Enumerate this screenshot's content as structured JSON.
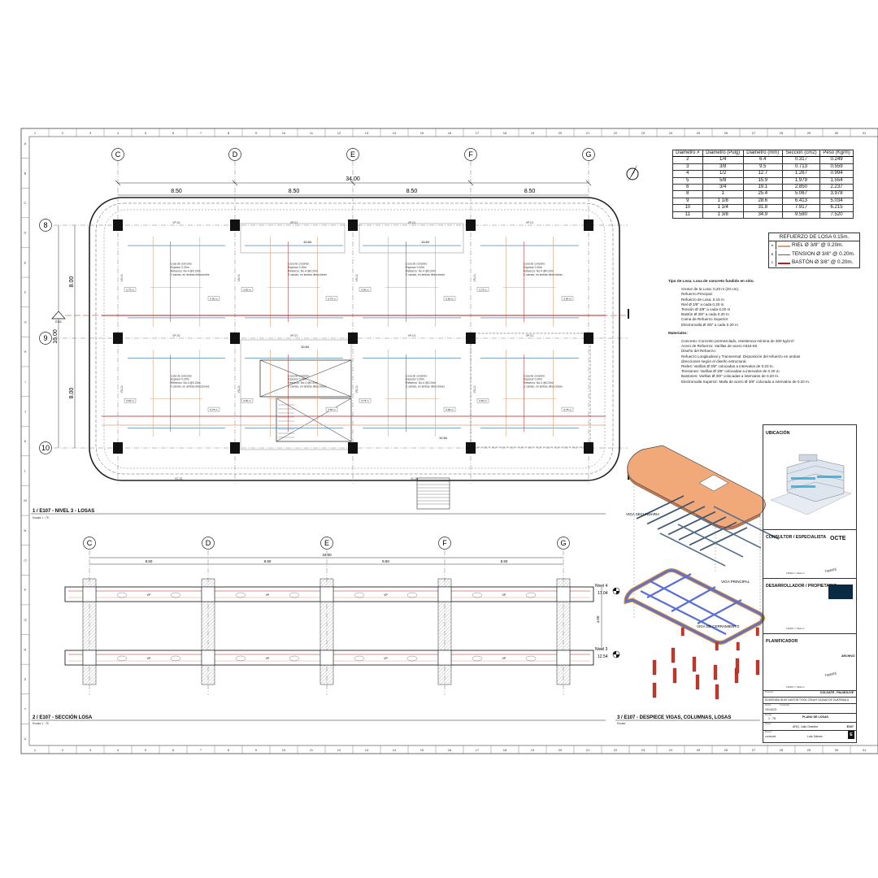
{
  "ruler": {
    "numbers": [
      "1",
      "2",
      "3",
      "4",
      "5",
      "6",
      "7",
      "8",
      "9",
      "10",
      "11",
      "12",
      "13",
      "14",
      "15",
      "16",
      "17",
      "18",
      "19",
      "20",
      "21",
      "22",
      "23",
      "24",
      "25",
      "26",
      "27",
      "28",
      "29",
      "30",
      "31"
    ],
    "letters": [
      "A",
      "B",
      "C",
      "D",
      "E",
      "F",
      "G",
      "H",
      "I",
      "J",
      "K",
      "L",
      "M",
      "N",
      "O",
      "P",
      "Q",
      "R",
      "S",
      "T",
      "U"
    ]
  },
  "plan": {
    "grid_cols": [
      "C",
      "D",
      "E",
      "F",
      "G"
    ],
    "grid_rows": [
      "8",
      "9",
      "10"
    ],
    "total_dim": "34.00",
    "bay_dims": [
      "8.50",
      "8.50",
      "8.50",
      "8.50"
    ],
    "row_dims": [
      "8.00",
      "8.00"
    ],
    "total_row_dim": "16.00",
    "area_labels": [
      "10.84",
      "10.84",
      "10.84",
      "10.84"
    ],
    "slab_note": [
      "Losa de concreto",
      "Espesor 0.20m",
      "Refuerzo: No.4 @0.20m",
      "2 camas, en ambas direcciones"
    ],
    "beam_labels": [
      "VP-01",
      "VS-01",
      "VS-02",
      "VC-01"
    ],
    "rebar_labels": [
      "0.90 m",
      "0.75 m",
      "0.60 m"
    ],
    "section_marker": "E102",
    "title": "1 / E107 - NIVEL 3 - LOSAS",
    "scale": "Escala 1 : 75"
  },
  "rebar_table": {
    "headers": [
      "Diametro #",
      "Diametro (Pulg)",
      "Diametro (mm)",
      "Seccion (cm2)",
      "Peso (Kg/m)"
    ],
    "rows": [
      [
        "2",
        "1/4",
        "6.4",
        "0.317",
        "0.249"
      ],
      [
        "3",
        "3/8",
        "9.5",
        "0.713",
        "0.559"
      ],
      [
        "4",
        "1/2",
        "12.7",
        "1.267",
        "0.994"
      ],
      [
        "5",
        "5/8",
        "15.9",
        "1.979",
        "1.554"
      ],
      [
        "6",
        "3/4",
        "19.1",
        "2.850",
        "2.237"
      ],
      [
        "8",
        "1",
        "25.4",
        "5.067",
        "3.978"
      ],
      [
        "9",
        "1  1/8",
        "28.6",
        "6.413",
        "5.034"
      ],
      [
        "10",
        "1  1/4",
        "31.8",
        "7.917",
        "6.215"
      ],
      [
        "11",
        "1  3/8",
        "34.9",
        "9.580",
        "7.520"
      ]
    ]
  },
  "legend": {
    "title": "REFUERZO DE LOSA 0.15m.",
    "items": [
      {
        "tag": "A",
        "label": "RIEL Ø 3/8\" @ 0.20m.",
        "color": "#d9a07a"
      },
      {
        "tag": "B",
        "label": "TENSION Ø 3/8\" @ 0.20m.",
        "color": "#2e6fa6"
      },
      {
        "tag": "C",
        "label": "BASTÓN Ø 3/8\" @ 0.20m.",
        "color": "#b32222"
      }
    ]
  },
  "notes": {
    "type_heading": "Tipo de Losa: Losa de concreto fundido en sitio.",
    "type_lines": [
      "Grosor de la Losa: 0.20 m (20 cm).",
      "Refuerzo Principal:",
      "Refuerzo de Losa: 0.15 m",
      "Riel Ø 3/8\" a cada 0.20 m",
      "Tensión Ø 3/8\" a cada 0.20 m",
      "Bastón Ø 3/8\" a cada 0.20 m",
      "Cama de Refuerzo Superior:",
      "Electromalla Ø 3/8\" a cada 0.20 m"
    ],
    "materials_heading": "Materiales:",
    "material_lines": [
      "Concreto: Concreto premezclado, resistencia mínima de 300 kg/cm².",
      "Acero de Refuerzo: Varillas de acero A615-60.",
      "Diseño del Refuerzo:",
      "Refuerzo Longitudinal y Transversal: Disposición del refuerzo en ambas",
      "direcciones según el diseño estructural.",
      "Rieles: Varillas Ø 3/8\" colocadas a intervalos de 0.20 m.",
      "Tensiones: Varillas Ø 3/8\" colocadas a intervalos de 0.20 m.",
      "Bastones: Varillas Ø 3/8\" colocadas a intervalos de 0.20 m.",
      "Electromalla Superior: Malla de acero Ø 3/8\" colocada a intervalos de 0.20 m."
    ]
  },
  "section": {
    "grid_cols": [
      "C",
      "D",
      "E",
      "F",
      "G"
    ],
    "total_dim": "34.00",
    "bay_dims": [
      "8.50",
      "8.50",
      "8.50",
      "8.50"
    ],
    "level4": "Nivel 4",
    "level4_elev": "17.04",
    "level3": "Nivel 3",
    "level3_elev": "12.54",
    "height_dim": "4.50",
    "beam_label": "VP",
    "title": "2 / E107 - SECCIÓN LOSA",
    "scale": "Escala 1 : 75"
  },
  "exploded": {
    "label_secondary": "VIGA SECUNDARIA",
    "label_primary": "VIGA PRINCIPAL",
    "label_perimeter": "VIGA DE CERRAMIENTO",
    "title": "3 / E107 - DESPIECE VIGAS, COLUMNAS, LOSAS",
    "scale": "Escala"
  },
  "titleblock": {
    "location": "UBICACIÓN",
    "consultant": "CONSULTOR / ESPECIALISTA",
    "consultant_logo": "OCTE",
    "developer": "DESARROLLADOR / PROPIETARIO",
    "planner": "PLANIFICADOR",
    "planner_logo": "ARCHIVIZ",
    "stamp": "TIMBRE",
    "sign_line": "FIRMA Y SELLO",
    "project_label": "Proyecto",
    "project": "COLGATE - PALMOLIVE",
    "address": "52 AVENIDA 09-69 CANTON TIVOLI ZONA 9 CIUDAD DE GUATEMALA",
    "date_label": "Fecha",
    "date": "10/10/23",
    "content_label": "Contenido",
    "scale_label": "Escala",
    "scale": "1 : 75",
    "sheet_title": "PLANO DE LOSAS",
    "drawn_label": "Dibujo",
    "drawn": "ARQ. Julio Orantes",
    "sheet_no": "E107",
    "review_label": "Revisó",
    "review_no": "12055255",
    "reviewer": "Luis Galvez",
    "phase": "E"
  }
}
